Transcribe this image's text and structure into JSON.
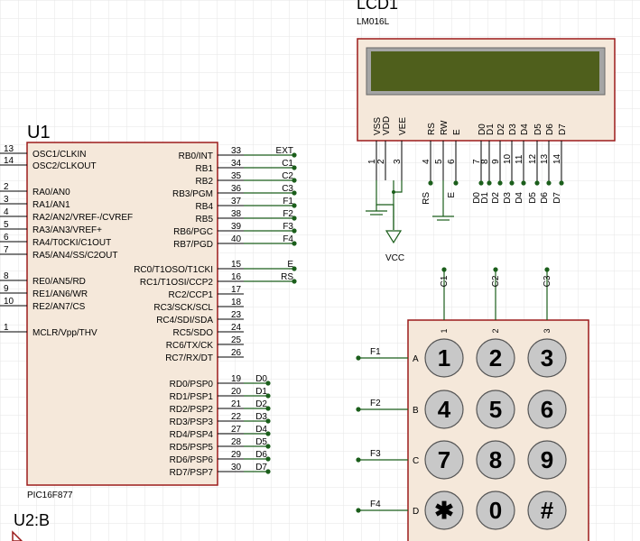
{
  "u1": {
    "ref": "U1",
    "part": "PIC16F877",
    "left_pins": [
      {
        "num": "13",
        "name": "OSC1/CLKIN"
      },
      {
        "num": "14",
        "name": "OSC2/CLKOUT"
      },
      {
        "num": "2",
        "name": "RA0/AN0"
      },
      {
        "num": "3",
        "name": "RA1/AN1"
      },
      {
        "num": "4",
        "name": "RA2/AN2/VREF-/CVREF"
      },
      {
        "num": "5",
        "name": "RA3/AN3/VREF+"
      },
      {
        "num": "6",
        "name": "RA4/T0CKI/C1OUT"
      },
      {
        "num": "7",
        "name": "RA5/AN4/SS/C2OUT"
      },
      {
        "num": "8",
        "name": "RE0/AN5/RD"
      },
      {
        "num": "9",
        "name": "RE1/AN6/WR"
      },
      {
        "num": "10",
        "name": "RE2/AN7/CS"
      },
      {
        "num": "1",
        "name": "MCLR/Vpp/THV"
      }
    ],
    "right_pins": [
      {
        "num": "33",
        "name": "RB0/INT",
        "net": "EXT"
      },
      {
        "num": "34",
        "name": "RB1",
        "net": "C1"
      },
      {
        "num": "35",
        "name": "RB2",
        "net": "C2"
      },
      {
        "num": "36",
        "name": "RB3/PGM",
        "net": "C3"
      },
      {
        "num": "37",
        "name": "RB4",
        "net": "F1"
      },
      {
        "num": "38",
        "name": "RB5",
        "net": "F2"
      },
      {
        "num": "39",
        "name": "RB6/PGC",
        "net": "F3"
      },
      {
        "num": "40",
        "name": "RB7/PGD",
        "net": "F4"
      },
      {
        "num": "15",
        "name": "RC0/T1OSO/T1CKI",
        "net": "E"
      },
      {
        "num": "16",
        "name": "RC1/T1OSI/CCP2",
        "net": "RS"
      },
      {
        "num": "17",
        "name": "RC2/CCP1",
        "net": ""
      },
      {
        "num": "18",
        "name": "RC3/SCK/SCL",
        "net": ""
      },
      {
        "num": "23",
        "name": "RC4/SDI/SDA",
        "net": ""
      },
      {
        "num": "24",
        "name": "RC5/SDO",
        "net": ""
      },
      {
        "num": "25",
        "name": "RC6/TX/CK",
        "net": ""
      },
      {
        "num": "26",
        "name": "RC7/RX/DT",
        "net": ""
      },
      {
        "num": "19",
        "name": "RD0/PSP0",
        "net": "D0"
      },
      {
        "num": "20",
        "name": "RD1/PSP1",
        "net": "D1"
      },
      {
        "num": "21",
        "name": "RD2/PSP2",
        "net": "D2"
      },
      {
        "num": "22",
        "name": "RD3/PSP3",
        "net": "D3"
      },
      {
        "num": "27",
        "name": "RD4/PSP4",
        "net": "D4"
      },
      {
        "num": "28",
        "name": "RD5/PSP5",
        "net": "D5"
      },
      {
        "num": "29",
        "name": "RD6/PSP6",
        "net": "D6"
      },
      {
        "num": "30",
        "name": "RD7/PSP7",
        "net": "D7"
      }
    ]
  },
  "lcd": {
    "ref": "LCD1",
    "part": "LM016L",
    "pins": [
      {
        "name": "VSS",
        "num": "1",
        "net": ""
      },
      {
        "name": "VDD",
        "num": "2",
        "net": ""
      },
      {
        "name": "VEE",
        "num": "3",
        "net": ""
      },
      {
        "name": "RS",
        "num": "4",
        "net": "RS"
      },
      {
        "name": "RW",
        "num": "5",
        "net": ""
      },
      {
        "name": "E",
        "num": "6",
        "net": "E"
      },
      {
        "name": "D0",
        "num": "7",
        "net": "D0"
      },
      {
        "name": "D1",
        "num": "8",
        "net": "D1"
      },
      {
        "name": "D2",
        "num": "9",
        "net": "D2"
      },
      {
        "name": "D3",
        "num": "10",
        "net": "D3"
      },
      {
        "name": "D4",
        "num": "11",
        "net": "D4"
      },
      {
        "name": "D5",
        "num": "12",
        "net": "D5"
      },
      {
        "name": "D6",
        "num": "13",
        "net": "D6"
      },
      {
        "name": "D7",
        "num": "14",
        "net": "D7"
      }
    ],
    "vcc_label": "VCC",
    "screen_color": "#4f5f1c"
  },
  "keypad": {
    "columns": [
      {
        "net": "C1",
        "num": "1"
      },
      {
        "net": "C2",
        "num": "2"
      },
      {
        "net": "C3",
        "num": "3"
      }
    ],
    "rows": [
      {
        "net": "F1",
        "letter": "A",
        "keys": [
          "1",
          "2",
          "3"
        ]
      },
      {
        "net": "F2",
        "letter": "B",
        "keys": [
          "4",
          "5",
          "6"
        ]
      },
      {
        "net": "F3",
        "letter": "C",
        "keys": [
          "7",
          "8",
          "9"
        ]
      },
      {
        "net": "F4",
        "letter": "D",
        "keys": [
          "✱",
          "0",
          "#"
        ]
      }
    ]
  },
  "u2": {
    "ref": "U2:B"
  },
  "colors": {
    "component_fill": "#f5e8da",
    "component_stroke": "#9b1b1b",
    "wire": "#1b5e1b",
    "pin_text": "#000000",
    "key_fill": "#c8c8c8",
    "grid": "#e6e6e6"
  }
}
